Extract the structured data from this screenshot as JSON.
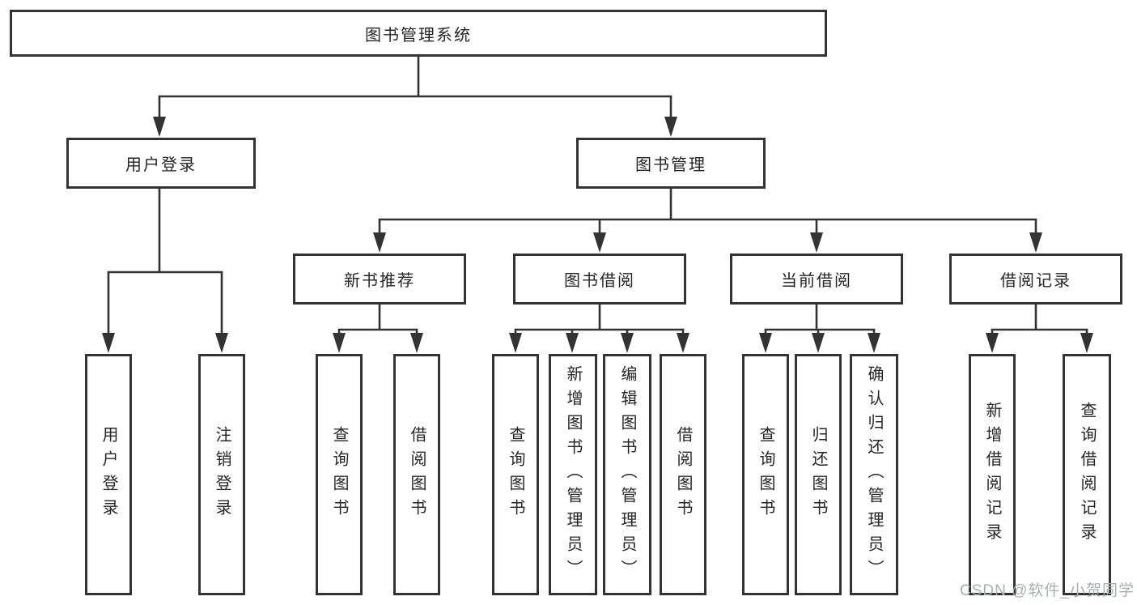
{
  "tree": {
    "label": "图书管理系统",
    "children": [
      {
        "label": "用户登录",
        "children": [
          {
            "label": "用户登录"
          },
          {
            "label": "注销登录"
          }
        ]
      },
      {
        "label": "图书管理",
        "children": [
          {
            "label": "新书推荐",
            "children": [
              {
                "label": "查询图书"
              },
              {
                "label": "借阅图书"
              }
            ]
          },
          {
            "label": "图书借阅",
            "children": [
              {
                "label": "查询图书"
              },
              {
                "label": "新增图书（管理员）"
              },
              {
                "label": "编辑图书（管理员）"
              },
              {
                "label": "借阅图书"
              }
            ]
          },
          {
            "label": "当前借阅",
            "children": [
              {
                "label": "查询图书"
              },
              {
                "label": "归还图书"
              },
              {
                "label": "确认归还（管理员）"
              }
            ]
          },
          {
            "label": "借阅记录",
            "children": [
              {
                "label": "新增借阅记录"
              },
              {
                "label": "查询借阅记录"
              }
            ]
          }
        ]
      }
    ]
  },
  "watermark": "CSDN @软件_小贺同学",
  "colors": {
    "line": "#333333",
    "box_border": "#333333",
    "box_fill": "#ffffff",
    "text": "#262626",
    "watermark_text": "#a9aeb4"
  }
}
